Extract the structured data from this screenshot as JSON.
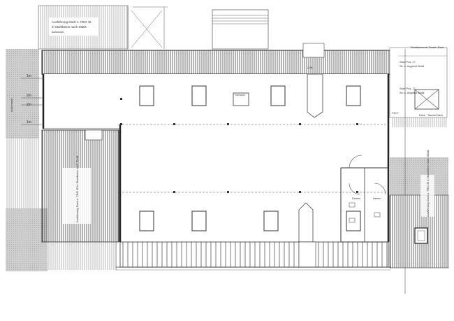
{
  "labels": {
    "top_note_1": "Ausführung Dach n. FBO 45",
    "top_note_2": "in Stahlbeton nach Statik",
    "top_note_3": "Außenmaß",
    "left_dim_1": "1m",
    "left_dim_2": "2m",
    "left_dim_3": "2m",
    "left_dim_4": "1m",
    "room_label": "Fahrstuhl",
    "top_room_tag": "2.Ht",
    "right_note_1": "Stahlbetonrost Tausch-Dach",
    "right_note_2": "Stahl Pos. 17",
    "right_note_3": "Str. n. Angebot Statik",
    "right_note_4": "Stahl Pos. 17",
    "right_note_5": "Str. n. Angebot Statik",
    "right_note_6": "Dach",
    "right_note_7": "Tausch-Dach",
    "side_tag": "T30 T",
    "wc_1": "Damen",
    "wc_2": "Herren",
    "left_vertical_note": "Ausführung Dach n. FBO 45 in Stahlbeton nach Statik",
    "right_vertical_note": "Ausführung Dach n. FBO 45 in Stahlbeton nach Statik",
    "far_left_note": "Außenmaß"
  },
  "colors": {
    "line": "#333333",
    "hatch": "#555555",
    "light": "#bdbdbd",
    "wall": "#222222"
  }
}
